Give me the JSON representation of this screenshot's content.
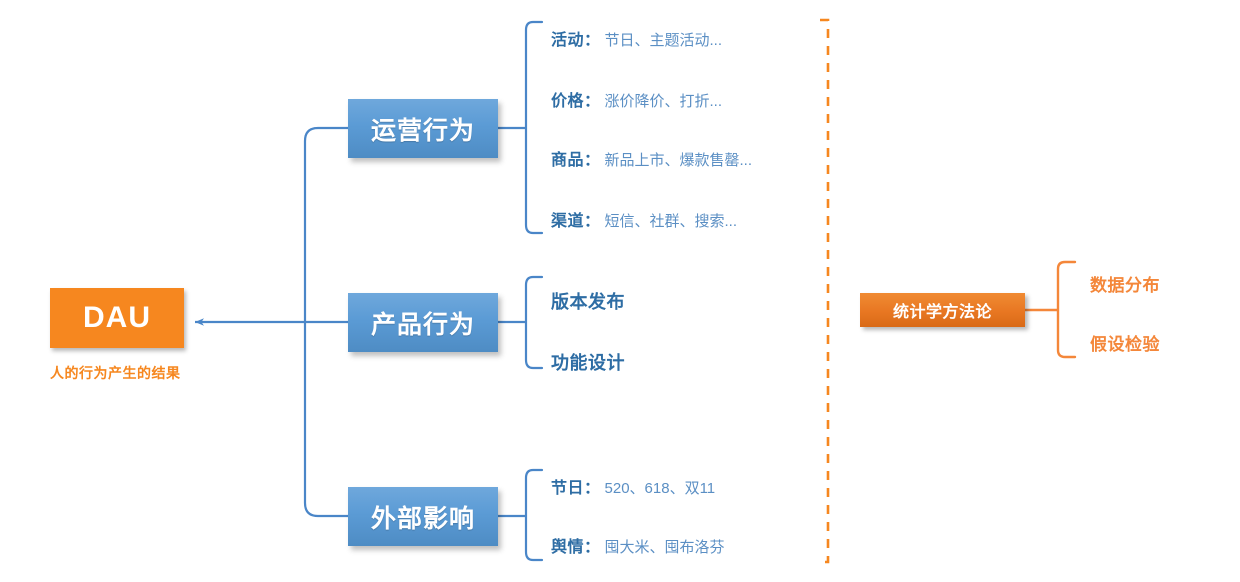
{
  "diagram": {
    "title_node": {
      "label": "DAU",
      "caption": "人的行为产生的结果",
      "color": "#F6871F"
    },
    "branch_color": "#5B9BD5",
    "accent_color": "#F6871F",
    "branches": [
      {
        "label": "运营行为",
        "items": [
          {
            "key": "活动：",
            "value": "节日、主题活动..."
          },
          {
            "key": "价格：",
            "value": "涨价降价、打折..."
          },
          {
            "key": "商品：",
            "value": "新品上市、爆款售罄..."
          },
          {
            "key": "渠道：",
            "value": "短信、社群、搜索..."
          }
        ]
      },
      {
        "label": "产品行为",
        "items": [
          {
            "key": "版本发布",
            "value": ""
          },
          {
            "key": "功能设计",
            "value": ""
          }
        ]
      },
      {
        "label": "外部影响",
        "items": [
          {
            "key": "节日：",
            "value": "520、618、双11"
          },
          {
            "key": "舆情：",
            "value": "囤大米、囤布洛芬"
          }
        ]
      }
    ],
    "right_panel": {
      "label": "统计学方法论",
      "items": [
        {
          "label": "数据分布"
        },
        {
          "label": "假设检验"
        }
      ]
    }
  }
}
